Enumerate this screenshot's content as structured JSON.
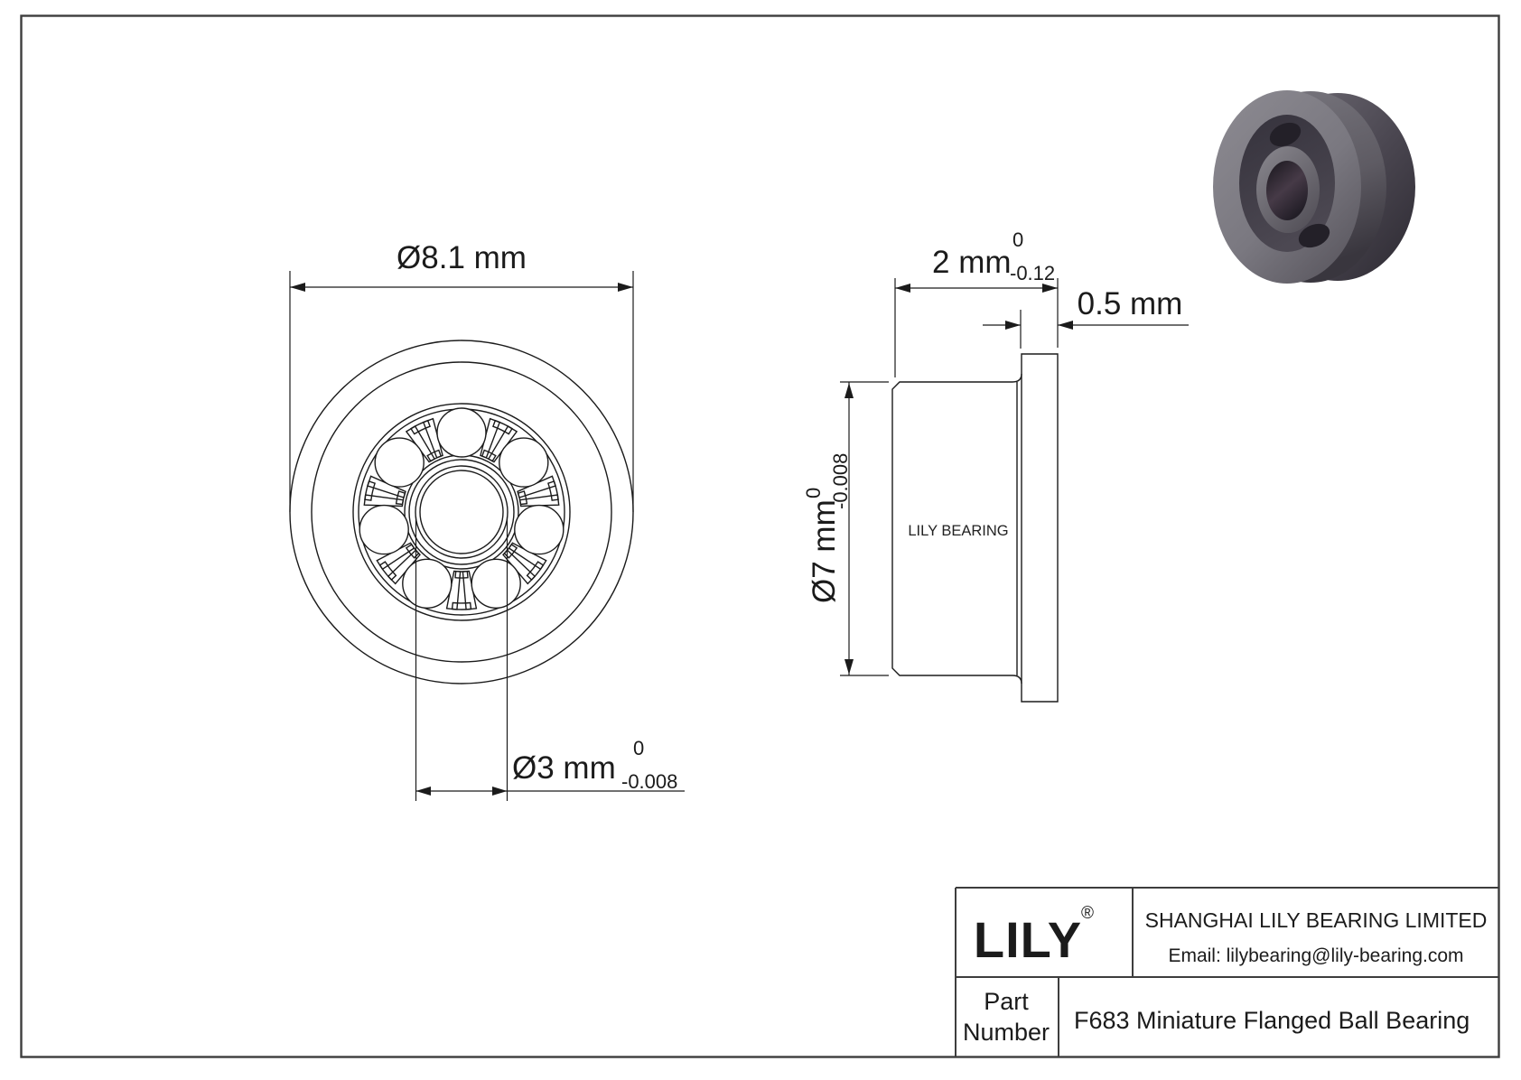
{
  "front_view": {
    "dim_outer_diameter": {
      "label": "Ø8.1 mm"
    },
    "dim_bore": {
      "label": "Ø3 mm",
      "tol_upper": "0",
      "tol_lower": "-0.008"
    }
  },
  "side_view": {
    "dim_width": {
      "label": "2 mm",
      "tol_upper": "0",
      "tol_lower": "-0.12"
    },
    "dim_flange_width": {
      "label": "0.5 mm"
    },
    "dim_ring_diameter": {
      "label": "Ø7 mm",
      "tol_upper": "0",
      "tol_lower": "-0.008"
    },
    "body_text": "LILY BEARING"
  },
  "title_block": {
    "logo": "LILY",
    "registered_mark": "®",
    "company": "SHANGHAI LILY BEARING LIMITED",
    "email": "Email: lilybearing@lily-bearing.com",
    "part_label_line1": "Part",
    "part_label_line2": "Number",
    "part_description": "F683 Miniature Flanged Ball Bearing"
  },
  "colors": {
    "drawing_line": "#1b1b1b",
    "frame_line": "#3d3d3d",
    "render_face": "#86848b",
    "render_body": "#6b686f",
    "render_dark": "#3a3740",
    "render_bore": "#221e26"
  }
}
